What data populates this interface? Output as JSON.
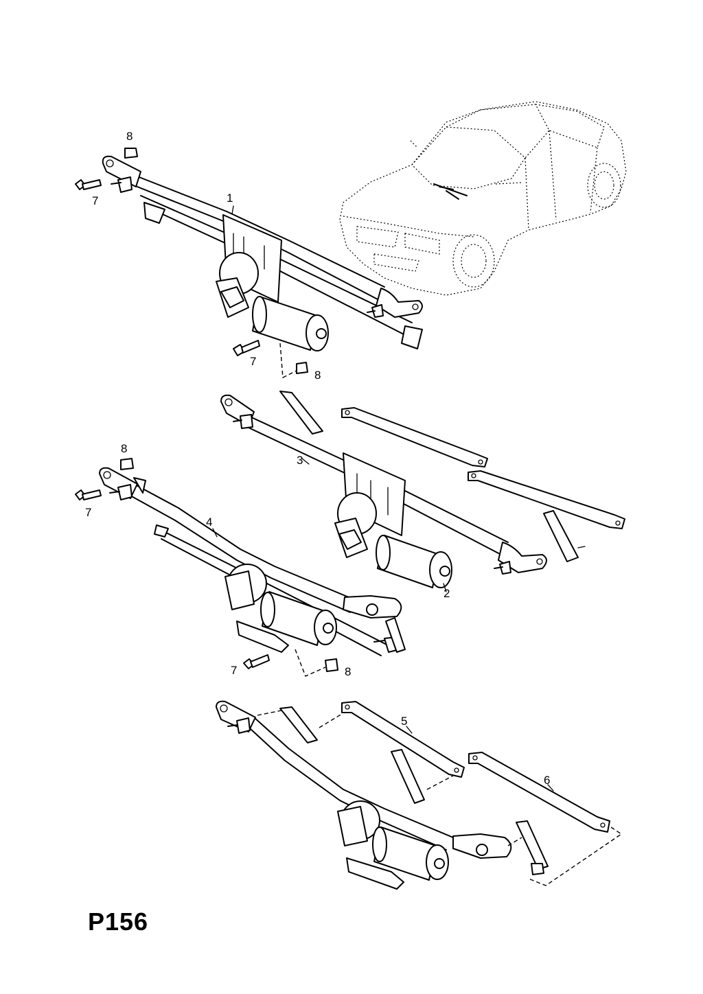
{
  "page_code": "P156",
  "callouts": [
    {
      "id": "c8a",
      "text": "8"
    },
    {
      "id": "c7a",
      "text": "7"
    },
    {
      "id": "c1",
      "text": "1"
    },
    {
      "id": "c7b",
      "text": "7"
    },
    {
      "id": "c8b",
      "text": "8"
    },
    {
      "id": "c3",
      "text": "3"
    },
    {
      "id": "c8c",
      "text": "8"
    },
    {
      "id": "c7c",
      "text": "7"
    },
    {
      "id": "c4",
      "text": "4"
    },
    {
      "id": "c2",
      "text": "2"
    },
    {
      "id": "c7d",
      "text": "7"
    },
    {
      "id": "c8d",
      "text": "8"
    },
    {
      "id": "c5",
      "text": "5"
    },
    {
      "id": "c6",
      "text": "6"
    }
  ]
}
